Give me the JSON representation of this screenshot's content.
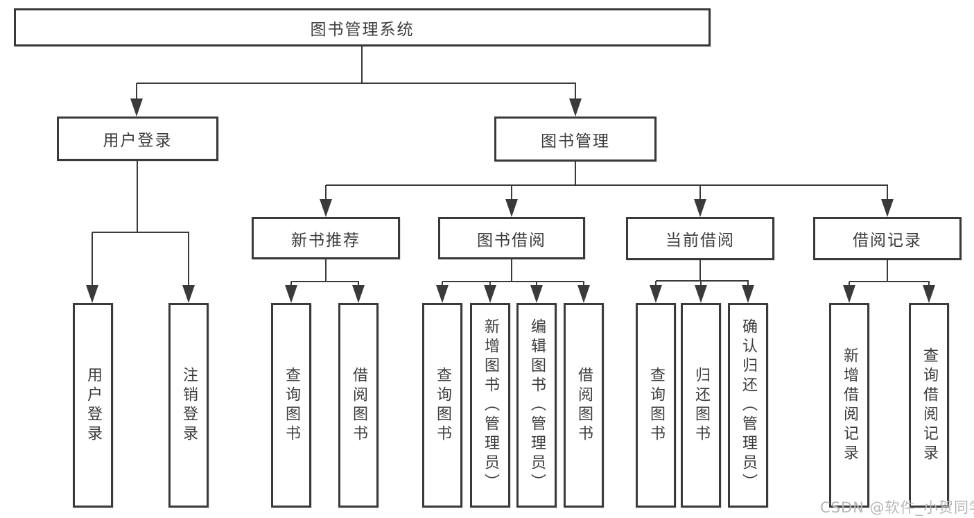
{
  "diagram_title": "图书管理系统",
  "tree": {
    "label": "图书管理系统",
    "children": [
      {
        "label": "用户登录",
        "children": [
          {
            "label": "用户登录"
          },
          {
            "label": "注销登录"
          }
        ]
      },
      {
        "label": "图书管理",
        "children": [
          {
            "label": "新书推荐",
            "children": [
              {
                "label": "查询图书"
              },
              {
                "label": "借阅图书"
              }
            ]
          },
          {
            "label": "图书借阅",
            "children": [
              {
                "label": "查询图书"
              },
              {
                "label": "新增图书（管理员）"
              },
              {
                "label": "编辑图书（管理员）"
              },
              {
                "label": "借阅图书"
              }
            ]
          },
          {
            "label": "当前借阅",
            "children": [
              {
                "label": "查询图书"
              },
              {
                "label": "归还图书"
              },
              {
                "label": "确认归还（管理员）"
              }
            ]
          },
          {
            "label": "借阅记录",
            "children": [
              {
                "label": "新增借阅记录"
              },
              {
                "label": "查询借阅记录"
              }
            ]
          }
        ]
      }
    ]
  },
  "watermark": {
    "text": "CSDN @软件_小贺同学"
  },
  "colors": {
    "line": "#3a3a3a",
    "node_text": "#3c3c3c",
    "watermark": "#b6b6b6",
    "background": "#ffffff"
  }
}
